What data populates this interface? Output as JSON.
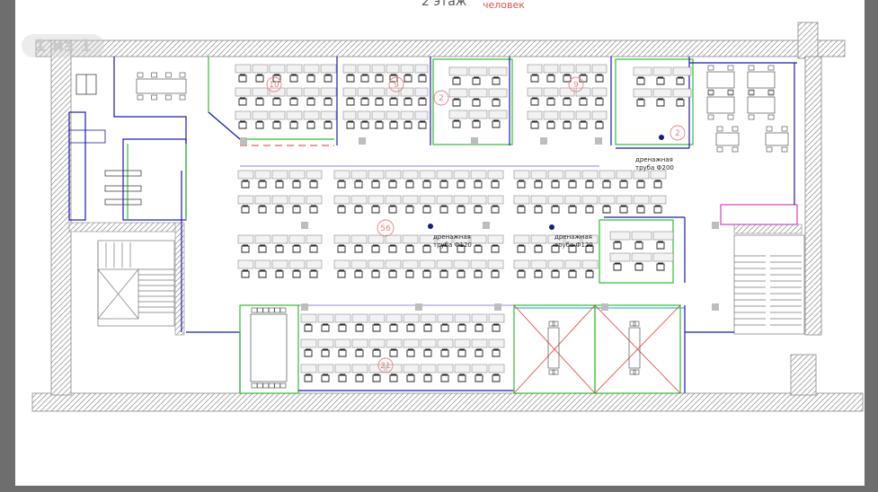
{
  "viewer": {
    "page_indicator": "1 из 1"
  },
  "plan": {
    "header_text": "2 этаж",
    "header_note": "человек",
    "labels": {
      "drain_1": [
        "дренажная",
        "труба Ф200"
      ],
      "drain_2": [
        "дренажная",
        "труба Ф120"
      ],
      "drain_3": [
        "дренажная",
        "труба Ф120"
      ]
    },
    "counts": {
      "room_a": "10",
      "room_b": "9",
      "room_c": "2",
      "room_d": "9",
      "room_e": "2",
      "open_space": "56",
      "bottom_zone": "21"
    }
  },
  "colors": {
    "viewer_bg": "#6e6e6e",
    "wall_hatch": "#808080",
    "partition_blue": "#1a1ab0",
    "partition_green": "#2fbf2f",
    "cyan": "#21c8c8",
    "magenta": "#cc44cc",
    "red_cross": "#e03a3a",
    "count_red": "#e88080"
  }
}
